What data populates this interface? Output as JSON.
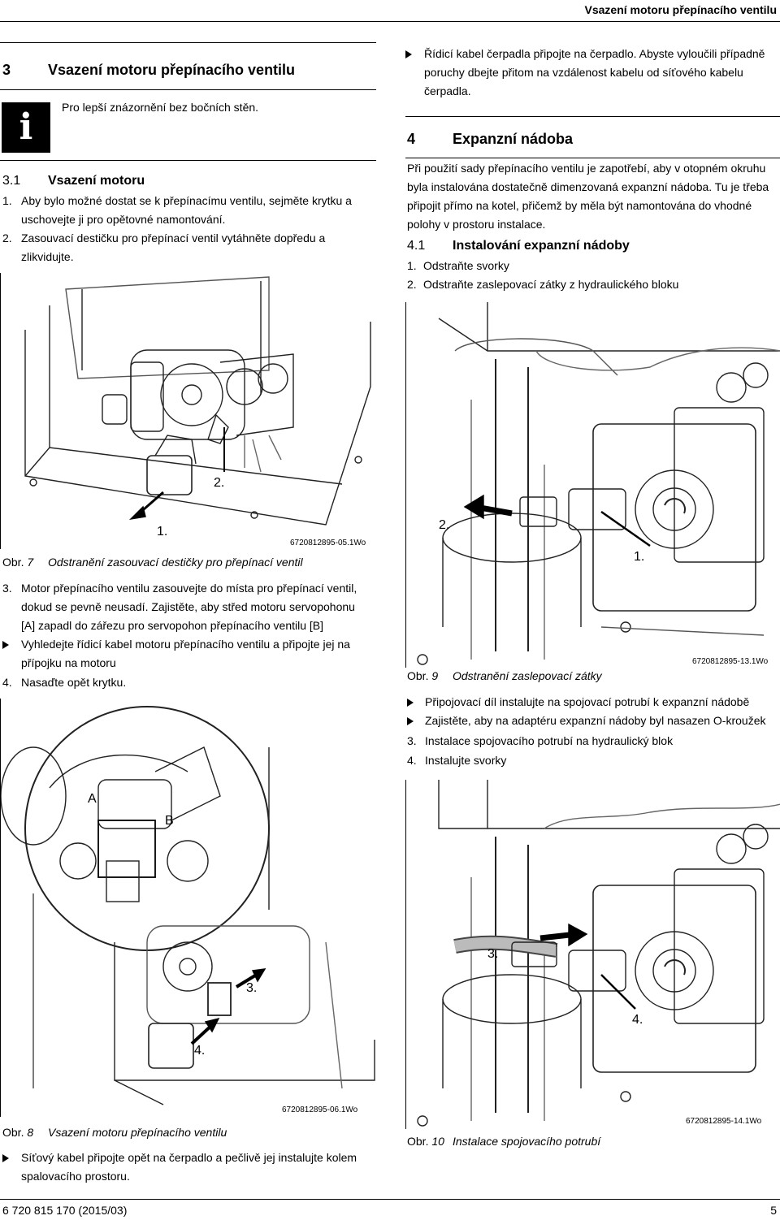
{
  "header": {
    "title": "Vsazení motoru přepínacího ventilu"
  },
  "left": {
    "section3": {
      "number": "3",
      "title": "Vsazení motoru přepínacího ventilu"
    },
    "note": "Pro lepší znázornění bez bočních stěn.",
    "section31": {
      "number": "3.1",
      "title": "Vsazení motoru"
    },
    "steps_a": [
      {
        "n": "1.",
        "lines": [
          "Aby bylo možné dostat se k přepínacímu ventilu, sejměte krytku a",
          "uschovejte ji pro opětovné namontování."
        ]
      },
      {
        "n": "2.",
        "lines": [
          "Zasouvací destičku pro přepínací ventil vytáhněte dopředu a",
          "zlikvidujte."
        ]
      }
    ],
    "fig7": {
      "code": "6720812895-05.1Wo",
      "callouts": [
        "1.",
        "2."
      ],
      "obr": "Obr.",
      "num": "7",
      "caption": "Odstranění zasouvací destičky pro přepínací ventil"
    },
    "steps_b": [
      {
        "n": "3.",
        "lines": [
          "Motor přepínacího ventilu zasouvejte do místa pro přepínací ventil,",
          "dokud se pevně neusadí. Zajistěte, aby střed motoru servopohonu",
          "[A] zapadl do zářezu pro servopohon přepínacího ventilu [B]"
        ]
      }
    ],
    "bullet_b": [
      "Vyhledejte řídicí kabel motoru přepínacího ventilu a připojte jej na",
      "přípojku na motoru"
    ],
    "step4": {
      "n": "4.",
      "text": "Nasaďte opět krytku."
    },
    "fig8": {
      "code": "6720812895-06.1Wo",
      "callouts": [
        "A",
        "B",
        "3.",
        "4."
      ],
      "obr": "Obr.",
      "num": "8",
      "caption": "Vsazení motoru přepínacího ventilu"
    },
    "bullet_c": [
      "Síťový kabel připojte opět na čerpadlo a pečlivě jej instalujte kolem",
      "spalovacího prostoru."
    ]
  },
  "right": {
    "bullet_top": [
      "Řídicí kabel čerpadla připojte na čerpadlo. Abyste vyloučili případně",
      "poruchy dbejte přitom na vzdálenost kabelu od síťového kabelu",
      "čerpadla."
    ],
    "section4": {
      "number": "4",
      "title": "Expanzní nádoba"
    },
    "para4": [
      "Při použití sady přepínacího ventilu je zapotřebí, aby v otopném okruhu",
      "byla instalována dostatečně dimenzovaná expanzní nádoba. Tu je třeba",
      "připojit přímo na kotel, přičemž by měla být namontována do vhodné",
      "polohy v prostoru instalace."
    ],
    "section41": {
      "number": "4.1",
      "title": "Instalování expanzní nádoby"
    },
    "steps_a": [
      {
        "n": "1.",
        "text": "Odstraňte svorky"
      },
      {
        "n": "2.",
        "text": "Odstraňte zaslepovací zátky z hydraulického bloku"
      }
    ],
    "fig9": {
      "code": "6720812895-13.1Wo",
      "callouts": [
        "2.",
        "1."
      ],
      "obr": "Obr.",
      "num": "9",
      "caption": "Odstranění zaslepovací zátky"
    },
    "bullets_b": [
      "Připojovací díl instalujte na spojovací potrubí k expanzní nádobě",
      "Zajistěte, aby na adaptéru expanzní nádoby byl nasazen O-kroužek"
    ],
    "steps_b": [
      {
        "n": "3.",
        "text": "Instalace spojovacího potrubí na hydraulický blok"
      },
      {
        "n": "4.",
        "text": "Instalujte svorky"
      }
    ],
    "fig10": {
      "code": "6720812895-14.1Wo",
      "callouts": [
        "3.",
        "4."
      ],
      "obr": "Obr.",
      "num": "10",
      "caption": "Instalace spojovacího potrubí"
    }
  },
  "footer": {
    "doc": "6 720 815 170 (2015/03)",
    "page": "5"
  }
}
